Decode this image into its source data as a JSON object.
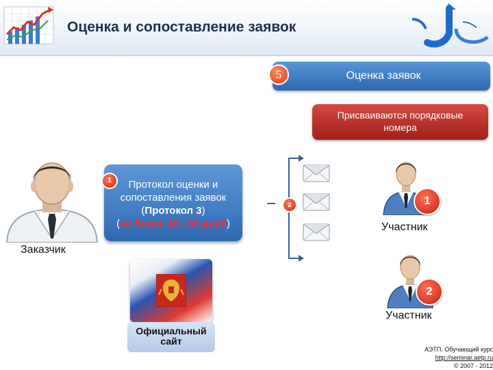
{
  "header": {
    "title": "Оценка и сопоставление заявок"
  },
  "step": {
    "number": "5",
    "label": "Оценка заявок"
  },
  "numbering_note": {
    "line1": "Присваиваются порядковые",
    "line2": "номера"
  },
  "protocol": {
    "badge": "1",
    "line1": "Протокол оценки и",
    "line2": "сопоставления заявок",
    "line3_pre": "(",
    "line3_bold": "Протокол  3",
    "line3_post": ")",
    "line4_pre": "(",
    "line4_deadline": "не более 10 / 30 дней",
    "line4_post": ")"
  },
  "connector_badge": "2",
  "customer": {
    "label": "Заказчик"
  },
  "participants": [
    {
      "rank": "1",
      "label": "Участник"
    },
    {
      "rank": "2",
      "label": "Участник"
    }
  ],
  "official_site": {
    "line1": "Официальный",
    "line2": "сайт"
  },
  "footer": {
    "line1": "АЭТП. Обучающий курс",
    "url": "http://seminar.aetp.ru",
    "copyright": "© 2007 - 2012"
  },
  "colors": {
    "step_blue": "#2d68b1",
    "note_red": "#a11e1a",
    "deadline_red": "#ff2a2a",
    "accent_red": "#d8371a"
  }
}
